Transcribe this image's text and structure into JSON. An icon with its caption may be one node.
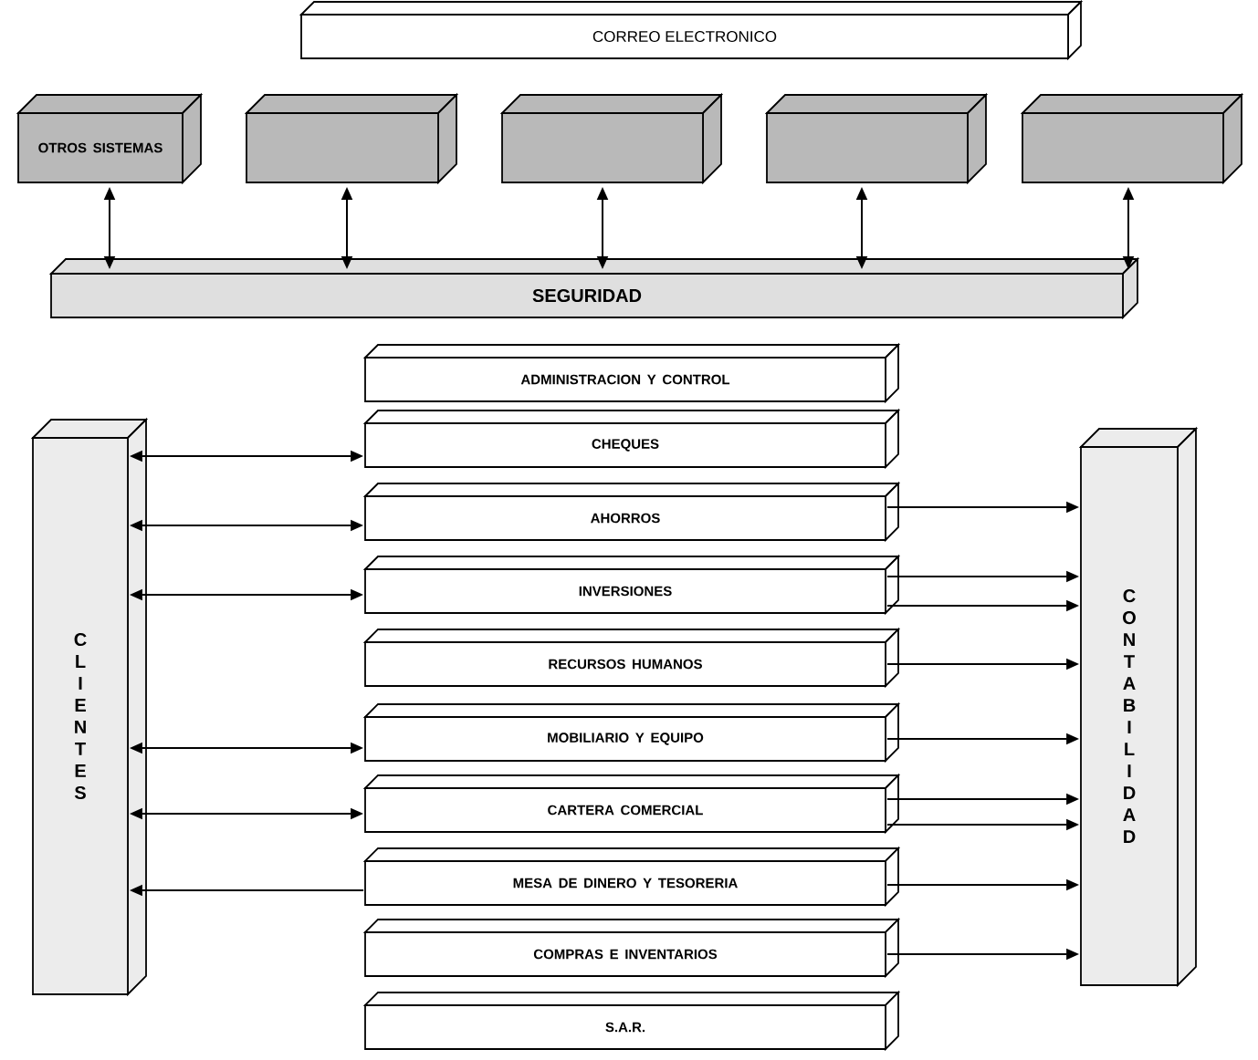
{
  "diagram": {
    "nodes": [
      {
        "text": [
          "CORREO ELECTRONICO"
        ]
      },
      {
        "text": [
          "OTROS SISTEMAS"
        ]
      },
      {
        "text": [],
        "shape": "box"
      },
      {
        "text": [],
        "shape": "box"
      },
      {
        "text": [],
        "shape": "box"
      },
      {
        "text": [],
        "shape": "box"
      },
      {
        "text": [
          "SEGURIDAD"
        ]
      },
      {
        "text": [
          "ADMINISTRACION Y CONTROL"
        ]
      },
      {
        "text": [
          "CHEQUES"
        ]
      },
      {
        "text": [
          "AHORROS"
        ]
      },
      {
        "text": [
          "INVERSIONES"
        ]
      },
      {
        "text": [
          "RECURSOS HUMANOS"
        ]
      },
      {
        "text": [
          "MOBILIARIO Y EQUIPO"
        ]
      },
      {
        "text": [
          "CARTERA COMERCIAL"
        ]
      },
      {
        "text": [
          "MESA DE DINERO Y TESORERIA"
        ]
      },
      {
        "text": [
          "COMPRAS E INVENTARIOS"
        ]
      },
      {
        "text": [
          "S.A.R."
        ]
      },
      {
        "text": [
          "CLIENTES"
        ]
      },
      {
        "text": [
          "CONTABILIDAD"
        ]
      }
    ],
    "edges": [
      {
        "from": 1,
        "to": 6,
        "arrow": "both"
      },
      {
        "from": 2,
        "to": 6,
        "arrow": "both"
      },
      {
        "from": 3,
        "to": 6,
        "arrow": "both"
      },
      {
        "from": 4,
        "to": 6,
        "arrow": "both"
      },
      {
        "from": 5,
        "to": 6,
        "arrow": "both"
      },
      {
        "from": 17,
        "to": 8,
        "arrow": "both"
      },
      {
        "from": 17,
        "to": 9,
        "arrow": "both"
      },
      {
        "from": 17,
        "to": 10,
        "arrow": "both"
      },
      {
        "from": 17,
        "to": 12,
        "arrow": "both"
      },
      {
        "from": 17,
        "to": 13,
        "arrow": "both"
      },
      {
        "from": 14,
        "to": 17,
        "arrow": "to"
      },
      {
        "from": 9,
        "to": 18,
        "arrow": "to"
      },
      {
        "from": 10,
        "to": 18,
        "arrow": "to"
      },
      {
        "from": 10,
        "to": 18,
        "arrow": "to"
      },
      {
        "from": 11,
        "to": 18,
        "arrow": "to"
      },
      {
        "from": 12,
        "to": 18,
        "arrow": "to"
      },
      {
        "from": 13,
        "to": 18,
        "arrow": "to"
      },
      {
        "from": 13,
        "to": 18,
        "arrow": "to"
      },
      {
        "from": 14,
        "to": 18,
        "arrow": "to"
      },
      {
        "from": 15,
        "to": 18,
        "arrow": "to"
      }
    ]
  }
}
